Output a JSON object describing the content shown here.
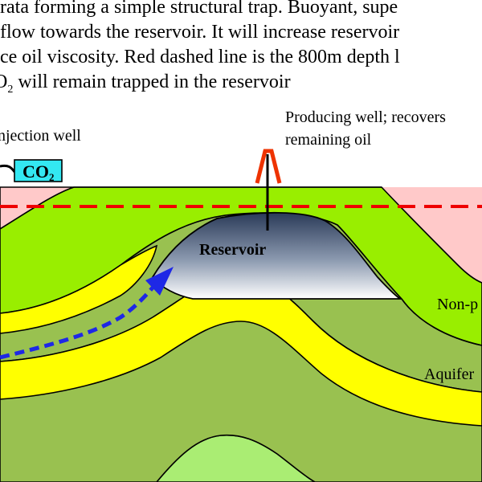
{
  "caption": {
    "line1": "rata forming a simple structural trap.  Buoyant, supe",
    "line2": "flow towards the reservoir. It will increase reservoir",
    "line3": "ce oil viscosity. Red dashed line is the 800m depth l",
    "line4_sub": "2",
    "line4_rest": " will remain trapped in the reservoir",
    "line4_prefix": "O"
  },
  "labels": {
    "injection_well": "njection well",
    "co2_main": "CO",
    "co2_sub": "2",
    "producing_line1": "Producing well; recovers",
    "producing_line2": "remaining oil",
    "reservoir": "Reservoir",
    "non_permeable": "Non-p",
    "aquifer": "Aquifer"
  },
  "colors": {
    "green_top": "#99ee00",
    "olive": "#99c150",
    "pink": "#f7a0d0",
    "yellow": "#ffff00",
    "light_pink_bg": "#ffc9c9",
    "co2_box": "#33e8f2",
    "reservoir_dark": "#273a5a",
    "depth_line": "#ee0000",
    "flow_arrow": "#1e28e6",
    "well_red": "#ee3300"
  },
  "icons": {
    "flow_arrow": "arrow-icon",
    "producing_rig": "derrick-icon"
  }
}
